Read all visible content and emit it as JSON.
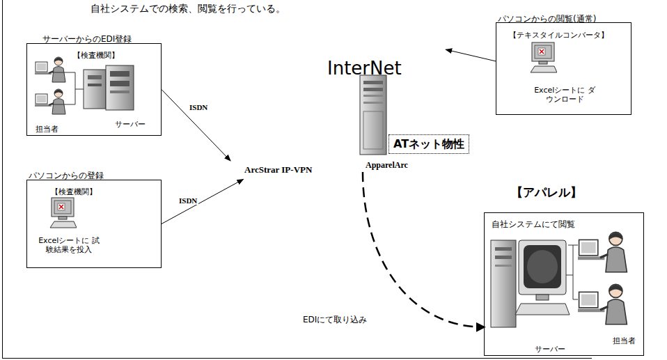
{
  "diagram": {
    "nodes": [
      {
        "text": [
          "サーバーからのEDI登録",
          "【検査機関】",
          "担当者",
          "サーバー"
        ]
      },
      {
        "text": [
          "パソコンからの登録",
          "【検査機関】",
          "Excelシートに 試験結果を投入"
        ]
      },
      {
        "text": [
          "InterNet"
        ]
      },
      {
        "text": [
          "ArcStrar IP-VPN"
        ]
      },
      {
        "text": [
          "ApparelArc"
        ]
      },
      {
        "text": [
          "ATネット物性"
        ]
      },
      {
        "text": [
          "パソコンからの閲覧(通常)",
          "【テキスタイルコンバータ】",
          "Excelシートに ダウンロード"
        ]
      },
      {
        "text": [
          "【アパレル】",
          "自社システムにて閲覧",
          "サーバー",
          "担当者"
        ]
      }
    ],
    "edges": [
      {
        "from": 0,
        "to": 3,
        "arrow": "to",
        "label": "ISDN"
      },
      {
        "from": 1,
        "to": 3,
        "arrow": "to",
        "label": "ISDN"
      },
      {
        "from": 6,
        "to": 2,
        "arrow": "to"
      },
      {
        "from": 4,
        "to": 7,
        "arrow": "to",
        "label": "EDIにて取り込み"
      }
    ],
    "labels": [
      "自社システムでの検索、閲覧を行っている。"
    ]
  }
}
